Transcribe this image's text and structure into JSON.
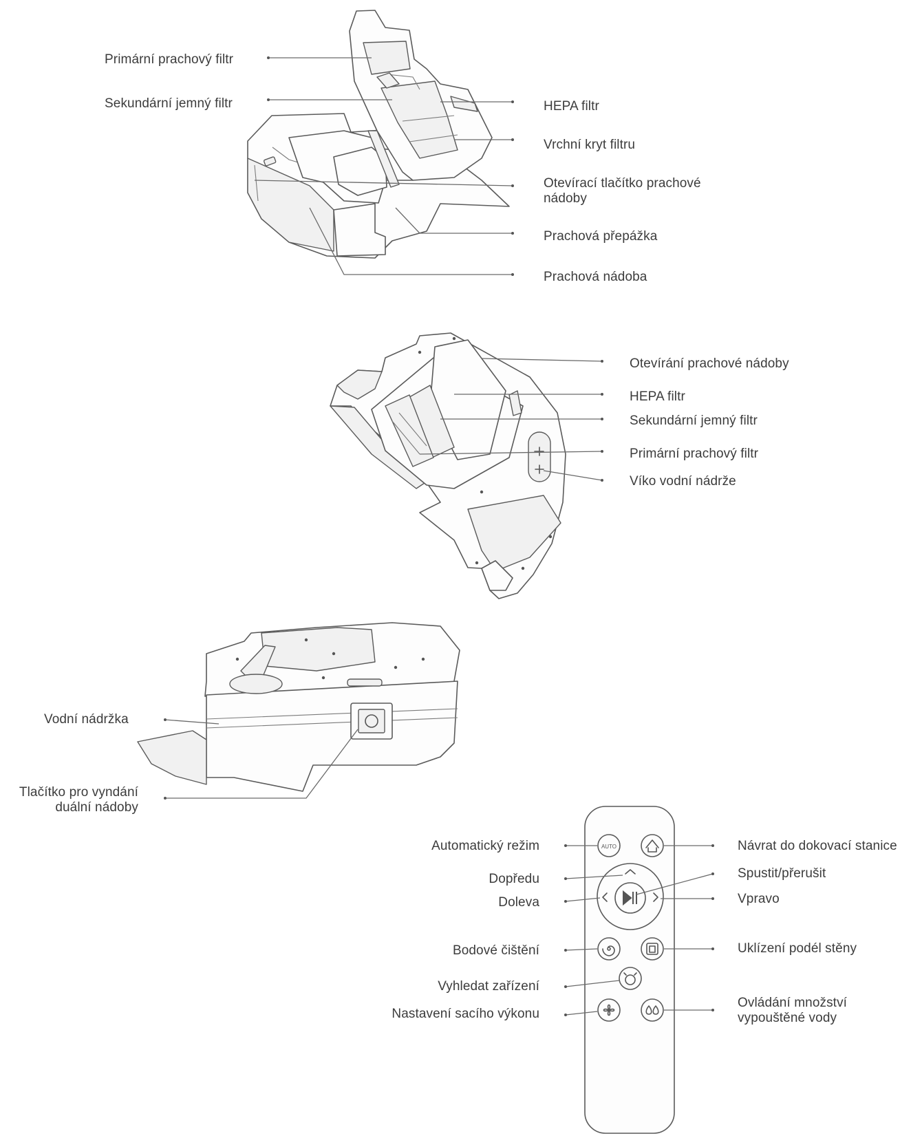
{
  "figure1": {
    "labels": {
      "primary_filter": "Primární prachový filtr",
      "secondary_filter": "Sekundární jemný filtr",
      "hepa": "HEPA filtr",
      "top_cover": "Vrchní kryt filtru",
      "open_button_l1": "Otevírací tlačítko prachové",
      "open_button_l2": "nádoby",
      "dust_baffle": "Prachová přepážka",
      "dust_bin": "Prachová nádoba"
    }
  },
  "figure2": {
    "labels": {
      "open_bin": "Otevírání prachové nádoby",
      "hepa": "HEPA filtr",
      "secondary_filter": "Sekundární jemný filtr",
      "primary_filter": "Primární prachový filtr",
      "water_lid": "Víko vodní nádrže"
    }
  },
  "figure3": {
    "labels": {
      "water_tank": "Vodní nádržka",
      "release_l1": "Tlačítko pro vyndání",
      "release_l2": "duální nádoby"
    }
  },
  "remote": {
    "labels": {
      "auto": "Automatický režim",
      "forward": "Dopředu",
      "left": "Doleva",
      "spot": "Bodové čištění",
      "find": "Vyhledat zařízení",
      "suction": "Nastavení sacího výkonu",
      "dock": "Návrat do dokovací stanice",
      "play": "Spustit/přerušit",
      "right": "Vpravo",
      "wall": "Uklízení podél stěny",
      "water_l1": "Ovládání množství",
      "water_l2": "vypouštěné vody"
    },
    "buttons": {
      "auto_text": "AUTO"
    },
    "icons": [
      "home-icon",
      "play-pause-icon",
      "chevron-up-icon",
      "chevron-left-icon",
      "chevron-right-icon",
      "spiral-icon",
      "square-icon",
      "alarm-icon",
      "fan-icon",
      "water-drops-icon"
    ]
  }
}
